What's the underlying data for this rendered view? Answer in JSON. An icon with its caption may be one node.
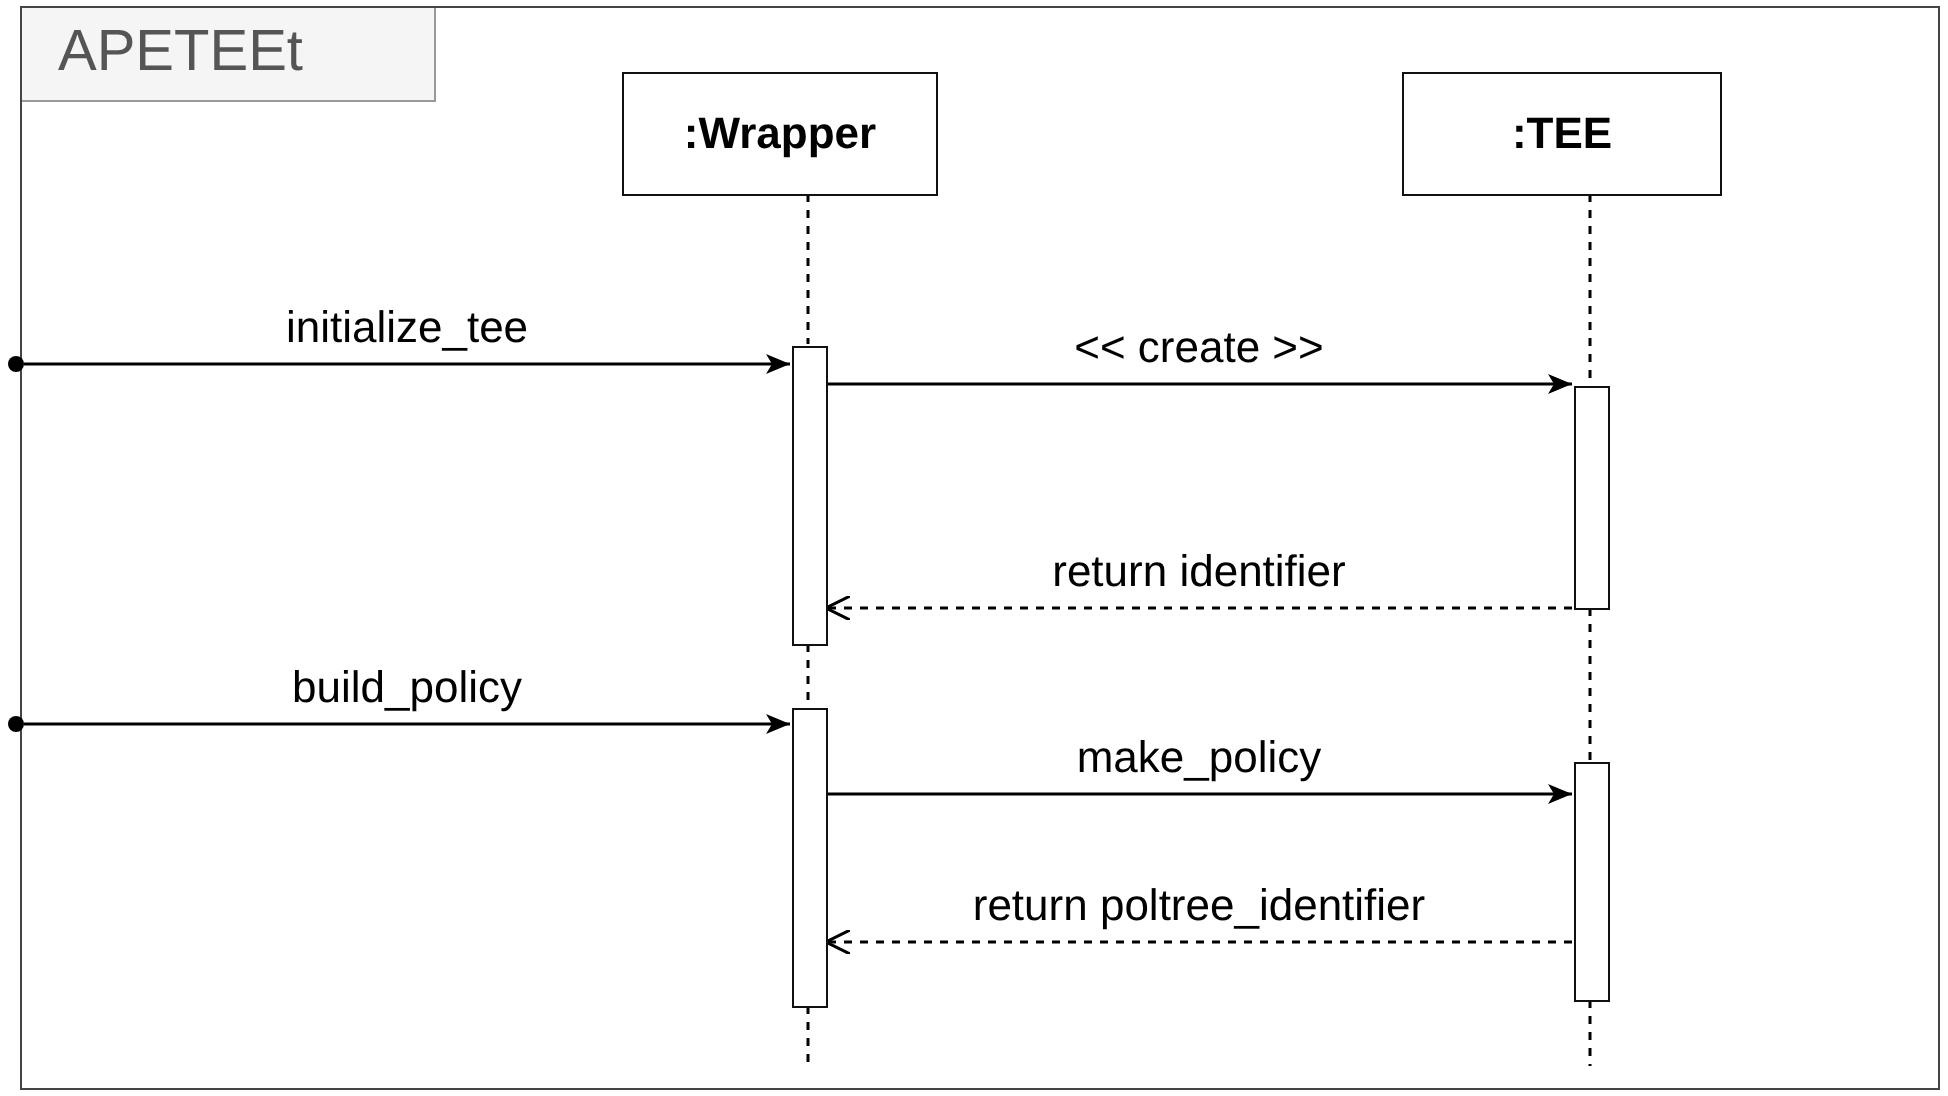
{
  "diagram": {
    "nodes": [
      {
        "text": [
          "APETEEt"
        ]
      },
      {
        "text": [
          ":Wrapper"
        ],
        "in": 0
      },
      {
        "text": [
          ":TEE"
        ],
        "in": 0
      },
      {
        "text": [],
        "shape": "bar",
        "in": 0
      },
      {
        "text": [],
        "shape": "bar",
        "in": 0
      },
      {
        "text": [],
        "shape": "bar",
        "in": 0
      },
      {
        "text": [],
        "shape": "bar",
        "in": 0
      },
      {
        "text": [],
        "shape": "circle"
      },
      {
        "text": [],
        "shape": "circle"
      }
    ],
    "edges": [
      {
        "from": 1,
        "to": 3,
        "arrow": "none",
        "style": "dashed"
      },
      {
        "from": 3,
        "to": 5,
        "arrow": "none",
        "style": "dashed"
      },
      {
        "from": 2,
        "to": 4,
        "arrow": "none",
        "style": "dashed"
      },
      {
        "from": 4,
        "to": 6,
        "arrow": "none",
        "style": "dashed"
      },
      {
        "from": 7,
        "to": 3,
        "arrow": "to",
        "label": "initialize_tee"
      },
      {
        "from": 3,
        "to": 4,
        "arrow": "to",
        "label": "<< create >>"
      },
      {
        "from": 4,
        "to": 3,
        "arrow": "to",
        "label": "return identifier",
        "style": "dashed"
      },
      {
        "from": 8,
        "to": 5,
        "arrow": "to",
        "label": "build_policy"
      },
      {
        "from": 5,
        "to": 6,
        "arrow": "to",
        "label": "make_policy"
      },
      {
        "from": 6,
        "to": 5,
        "arrow": "to",
        "label": "return poltree_identifier",
        "style": "dashed"
      }
    ]
  }
}
